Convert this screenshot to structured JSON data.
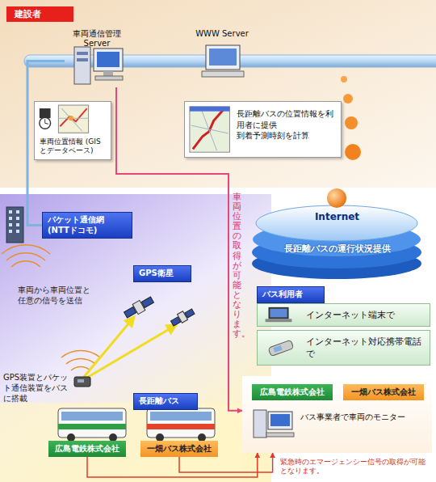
{
  "diagram": {
    "nodes": [
      {
        "text": [
          "建設者"
        ]
      },
      {
        "text": [
          "車両通信管理 Server"
        ],
        "in": 0
      },
      {
        "text": [
          "WWW Server"
        ],
        "in": 0
      },
      {
        "text": [
          "車両位置情報 (GISとデータベース)"
        ],
        "in": 0
      },
      {
        "text": [
          "長距離バスの位置情報を利用者に提供",
          "到着予測時刻を計算"
        ],
        "in": 0
      },
      {
        "text": [
          "パケット通信網 (NTTドコモ)"
        ]
      },
      {
        "text": [
          "GPS衛星"
        ]
      },
      {
        "text": [
          "長距離バス"
        ]
      },
      {
        "text": [
          "広島電鉄株式会社"
        ]
      },
      {
        "text": [
          "一畑バス株式会社"
        ]
      },
      {
        "text": [
          "Internet",
          "長距離バスの運行状況提供"
        ]
      },
      {
        "text": [
          "バス利用者"
        ]
      },
      {
        "text": [
          "インターネット端末で"
        ]
      },
      {
        "text": [
          "インターネット対応携帯電話で"
        ]
      },
      {
        "text": [
          "バス事業者で車両のモニター"
        ]
      },
      {
        "text": [
          "広島電鉄株式会社"
        ],
        "in": 14
      },
      {
        "text": [
          "一畑バス株式会社"
        ],
        "in": 14
      }
    ],
    "edges": [
      {
        "from": 1,
        "to": 14,
        "arrow": "to",
        "label": "車両位置の取得が可能となります。"
      },
      {
        "from": 1,
        "to": 5,
        "arrow": "none"
      },
      {
        "from": 8,
        "to": 14,
        "arrow": "to",
        "label": "緊急時のエマージェンシー信号の取得が可能となります。"
      },
      {
        "from": 9,
        "to": 14,
        "arrow": "to"
      }
    ],
    "labels": [
      "車両から車両位置と任意の信号を送信",
      "GPS装置とパケット通信装置をバスに搭載"
    ]
  }
}
